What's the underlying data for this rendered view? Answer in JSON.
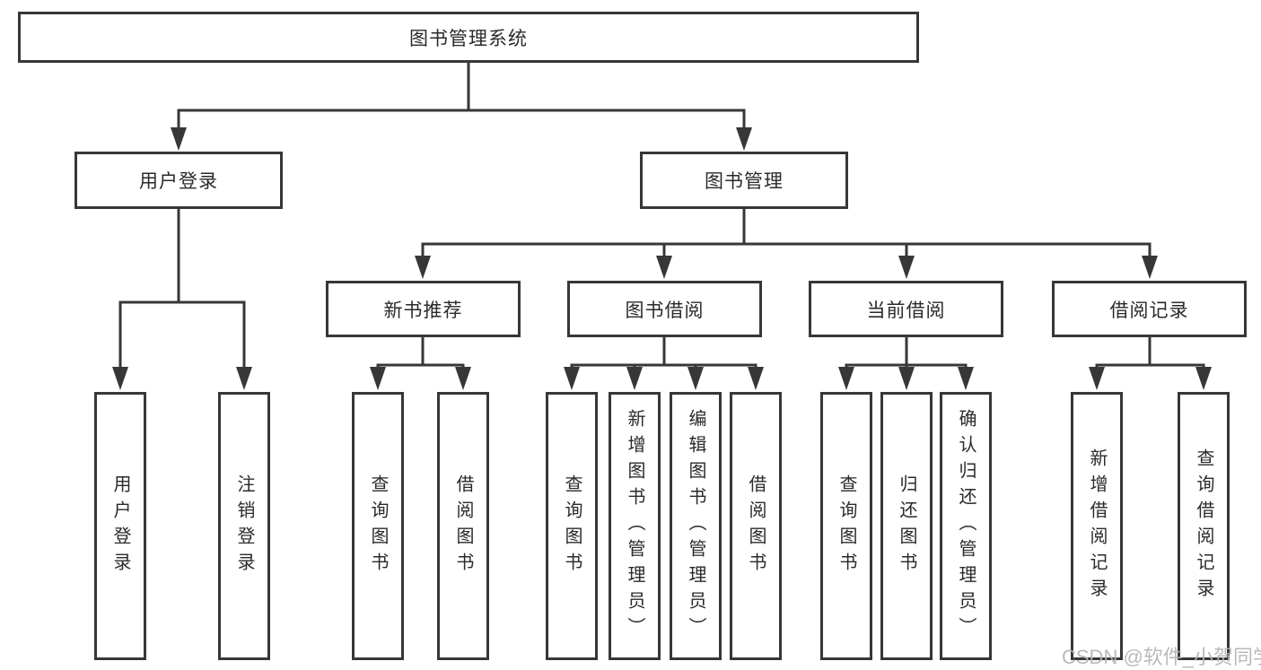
{
  "diagram": {
    "root": {
      "label": "图书管理系统"
    },
    "level2": [
      {
        "label": "用户登录"
      },
      {
        "label": "图书管理"
      }
    ],
    "level3": [
      {
        "label": "新书推荐"
      },
      {
        "label": "图书借阅"
      },
      {
        "label": "当前借阅"
      },
      {
        "label": "借阅记录"
      }
    ],
    "leaves": {
      "userLogin": [
        {
          "label": "用户登录"
        },
        {
          "label": "注销登录"
        }
      ],
      "newBook": [
        {
          "label": "查询图书"
        },
        {
          "label": "借阅图书"
        }
      ],
      "bookBorrow": [
        {
          "label": "查询图书"
        },
        {
          "label": "新增图书（管理员）"
        },
        {
          "label": "编辑图书（管理员）"
        },
        {
          "label": "借阅图书"
        }
      ],
      "currentBorrow": [
        {
          "label": "查询图书"
        },
        {
          "label": "归还图书"
        },
        {
          "label": "确认归还（管理员）"
        }
      ],
      "borrowRecords": [
        {
          "label": "新增借阅记录"
        },
        {
          "label": "查询借阅记录"
        }
      ]
    },
    "watermark": "CSDN @软件_小贺同学",
    "colors": {
      "line": "#373737",
      "text": "#2a2a2a",
      "watermark": "#b5b5b5",
      "background": "#ffffff"
    }
  }
}
